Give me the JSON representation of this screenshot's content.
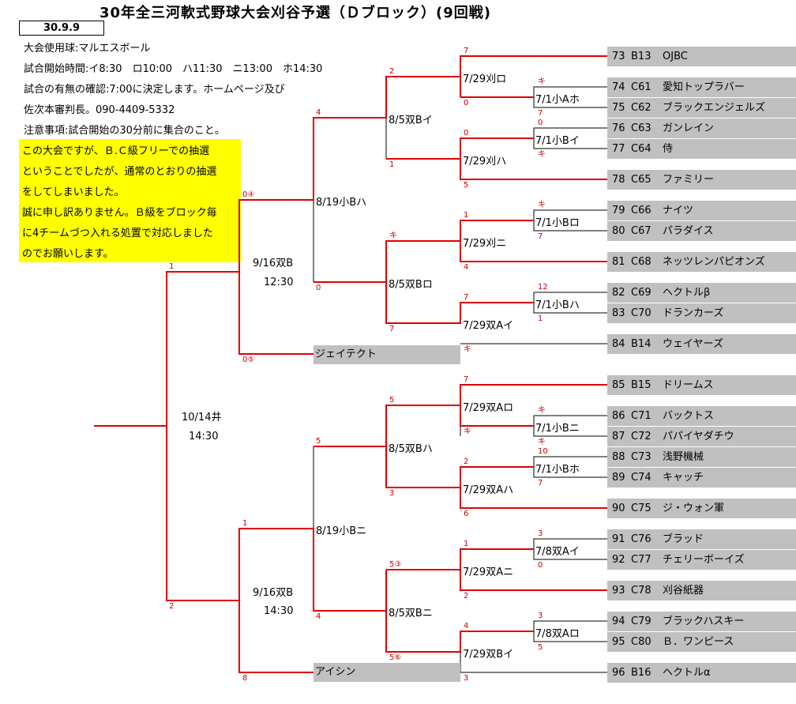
{
  "title": "30年全三河軟式野球大会刈谷予選（Ｄブロック）(9回戦)",
  "date": "30.9.9",
  "info": [
    "大会使用球:マルエスボール",
    "試合開始時間:イ8:30　ロ10:00　ハ11:30　ニ13:00　ホ14:30",
    "試合の有無の確認:7:00に決定します。ホームページ及び",
    "佐次本審判長。090-4409-5332",
    "注意事項:試合開始の30分前に集合のこと。"
  ],
  "notice": [
    "この大会ですが、Ｂ.Ｃ級フリーでの抽選",
    "ということでしたが、通常のとおりの抽選",
    "をしてしまいました。",
    "誠に申し訳ありません。Ｂ級をブロック毎",
    "に4チームづつ入れる処置で対応しました",
    "のでお願いします。"
  ],
  "teams": [
    {
      "no": "73",
      "code": "B13",
      "name": "OJBC"
    },
    {
      "no": "74",
      "code": "C61",
      "name": "愛知トップラバー"
    },
    {
      "no": "75",
      "code": "C62",
      "name": "ブラックエンジェルズ"
    },
    {
      "no": "76",
      "code": "C63",
      "name": "ガンレイン"
    },
    {
      "no": "77",
      "code": "C64",
      "name": "侍"
    },
    {
      "no": "78",
      "code": "C65",
      "name": "ファミリー"
    },
    {
      "no": "79",
      "code": "C66",
      "name": "ナイツ"
    },
    {
      "no": "80",
      "code": "C67",
      "name": "パラダイス"
    },
    {
      "no": "81",
      "code": "C68",
      "name": "ネッツレンパピオンズ"
    },
    {
      "no": "82",
      "code": "C69",
      "name": "ヘクトルβ"
    },
    {
      "no": "83",
      "code": "C70",
      "name": "ドランカーズ"
    },
    {
      "no": "84",
      "code": "B14",
      "name": "ウェイヤーズ"
    },
    {
      "no": "85",
      "code": "B15",
      "name": "ドリームス"
    },
    {
      "no": "86",
      "code": "C71",
      "name": "バックトス"
    },
    {
      "no": "87",
      "code": "C72",
      "name": "パパイヤダチウ"
    },
    {
      "no": "88",
      "code": "C73",
      "name": "浅野機械"
    },
    {
      "no": "89",
      "code": "C74",
      "name": "キャッチ"
    },
    {
      "no": "90",
      "code": "C75",
      "name": "ジ・ウォン軍"
    },
    {
      "no": "91",
      "code": "C76",
      "name": "ブラッド"
    },
    {
      "no": "92",
      "code": "C77",
      "name": "チェリーボーイズ"
    },
    {
      "no": "93",
      "code": "C78",
      "name": "刈谷紙器"
    },
    {
      "no": "94",
      "code": "C79",
      "name": "ブラックハスキー"
    },
    {
      "no": "95",
      "code": "C80",
      "name": "Ｂ．ワンピース"
    },
    {
      "no": "96",
      "code": "B16",
      "name": "ヘクトルα"
    }
  ],
  "seeds": {
    "top": "ジェイテクト",
    "bottom": "アイシン"
  },
  "matches": {
    "r1_top1": "7/1小Aホ",
    "r1_top2": "7/1小Bイ",
    "r1_top3": "7/1小Bロ",
    "r1_top4": "7/1小Bハ",
    "r1_bot1": "7/1小Bニ",
    "r1_bot2": "7/1小Bホ",
    "r1_bot3": "7/8双Aイ",
    "r1_bot4": "7/8双Aロ",
    "r2_1": "7/29刈ロ",
    "r2_2": "7/29刈ハ",
    "r2_3": "7/29刈ニ",
    "r2_4": "7/29双Aイ",
    "r2_5": "7/29双Aロ",
    "r2_6": "7/29双Aハ",
    "r2_7": "7/29双Aニ",
    "r2_8": "7/29双Bイ",
    "r3_1": "8/5双Bイ",
    "r3_2": "8/5双Bロ",
    "r3_3": "8/5双Bハ",
    "r3_4": "8/5双Bニ",
    "r4_1": "8/19小Bハ",
    "r4_2": "8/19小Bニ",
    "r5_1_date": "9/16双B",
    "r5_1_time": "12:30",
    "r5_2_date": "9/16双B",
    "r5_2_time": "14:30",
    "final_date": "10/14井",
    "final_time": "14:30"
  },
  "scores": {
    "a1": "キ",
    "a2": "7",
    "b1": "0",
    "b2": "キ",
    "c1": "キ",
    "c2": "7",
    "d1": "12",
    "d2": "1",
    "e1": "キ",
    "e2": "キ",
    "f1": "10",
    "f2": "7",
    "g1": "3",
    "g2": "0",
    "h1": "3",
    "h2": "5",
    "m1t": "7",
    "m1b": "0",
    "m2t": "0",
    "m2b": "5",
    "m3t": "1",
    "m3b": "4",
    "m4t": "7",
    "m4b": "キ",
    "m5t": "7",
    "m5b": "キ",
    "m6t": "2",
    "m6b": "6",
    "m7t": "1",
    "m7b": "2",
    "m8t": "4",
    "m8b": "3",
    "n1t": "2",
    "n1b": "1",
    "n2t": "キ",
    "n2b": "7",
    "n3t": "5",
    "n3b": "3",
    "n4t": "5③",
    "n4b": "5⑥",
    "p1t": "4",
    "p1b": "0",
    "p2t": "5",
    "p2b": "4",
    "s1t": "0④",
    "s1b": "0⑤",
    "s2t": "1",
    "s2b": "8",
    "ft": "1",
    "fb": "2"
  }
}
